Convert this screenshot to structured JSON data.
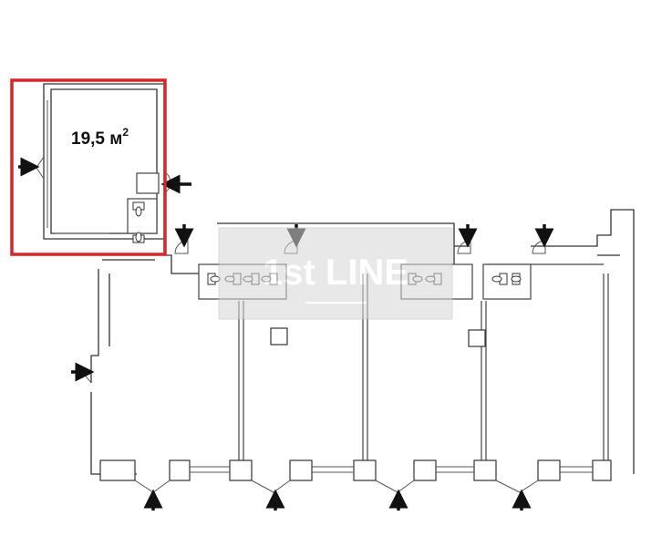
{
  "plan": {
    "area_value": "19,5 м",
    "area_superscript": "2",
    "watermark": "1st LINE",
    "colors": {
      "highlight": "#d62728",
      "walls": "#333333",
      "watermark": "#c8c8c8"
    }
  }
}
